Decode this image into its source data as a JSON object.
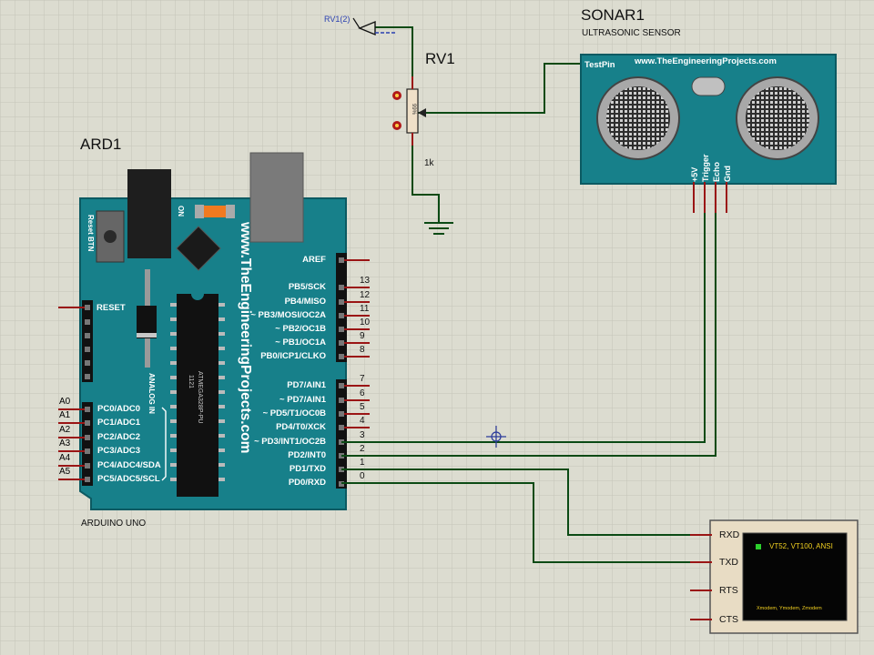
{
  "arduino": {
    "ref": "ARD1",
    "model": "ARDUINO UNO",
    "brand": "www.TheEngineeringProjects.com",
    "reset_btn": "Reset BTN",
    "on_label": "ON",
    "analog_label": "ANALOG IN",
    "chip": "ATMEGA328P-PU",
    "chip_ref": "1121",
    "reset_pin": "RESET",
    "aref": "AREF",
    "digital_pins": [
      {
        "label": "PB5/SCK",
        "num": "13"
      },
      {
        "label": "PB4/MISO",
        "num": "12"
      },
      {
        "label": "~ PB3/MOSI/OC2A",
        "num": "11"
      },
      {
        "label": "~ PB2/OC1B",
        "num": "10"
      },
      {
        "label": "~ PB1/OC1A",
        "num": "9"
      },
      {
        "label": "PB0/ICP1/CLKO",
        "num": "8"
      },
      {
        "label": "PD7/AIN1",
        "num": "7"
      },
      {
        "label": "~ PD7/AIN1",
        "num": "6"
      },
      {
        "label": "~ PD5/T1/OC0B",
        "num": "5"
      },
      {
        "label": "PD4/T0/XCK",
        "num": "4"
      },
      {
        "label": "~ PD3/INT1/OC2B",
        "num": "3"
      },
      {
        "label": "PD2/INT0",
        "num": "2"
      },
      {
        "label": "PD1/TXD",
        "num": "1"
      },
      {
        "label": "PD0/RXD",
        "num": "0"
      }
    ],
    "analog_pins": [
      {
        "label": "PC0/ADC0",
        "net": "A0"
      },
      {
        "label": "PC1/ADC1",
        "net": "A1"
      },
      {
        "label": "PC2/ADC2",
        "net": "A2"
      },
      {
        "label": "PC3/ADC3",
        "net": "A3"
      },
      {
        "label": "PC4/ADC4/SDA",
        "net": "A4"
      },
      {
        "label": "PC5/ADC5/SCL",
        "net": "A5"
      }
    ]
  },
  "sonar": {
    "ref": "SONAR1",
    "type": "ULTRASONIC SENSOR",
    "brand": "www.TheEngineeringProjects.com",
    "testpin": "TestPin",
    "pins": [
      "+5V",
      "Trigger",
      "Echo",
      "Gnd"
    ]
  },
  "pot": {
    "ref": "RV1",
    "value": "1k",
    "body_text": "99%",
    "probe": "RV1(2)"
  },
  "terminal": {
    "pins": [
      "RXD",
      "TXD",
      "RTS",
      "CTS"
    ],
    "title": "VT52, VT100, ANSI",
    "footer": "Xmodem, Ymodem, Zmodem"
  },
  "colors": {
    "board": "#17808a",
    "wire": "#0b4a14",
    "pin": "#9a1515"
  }
}
